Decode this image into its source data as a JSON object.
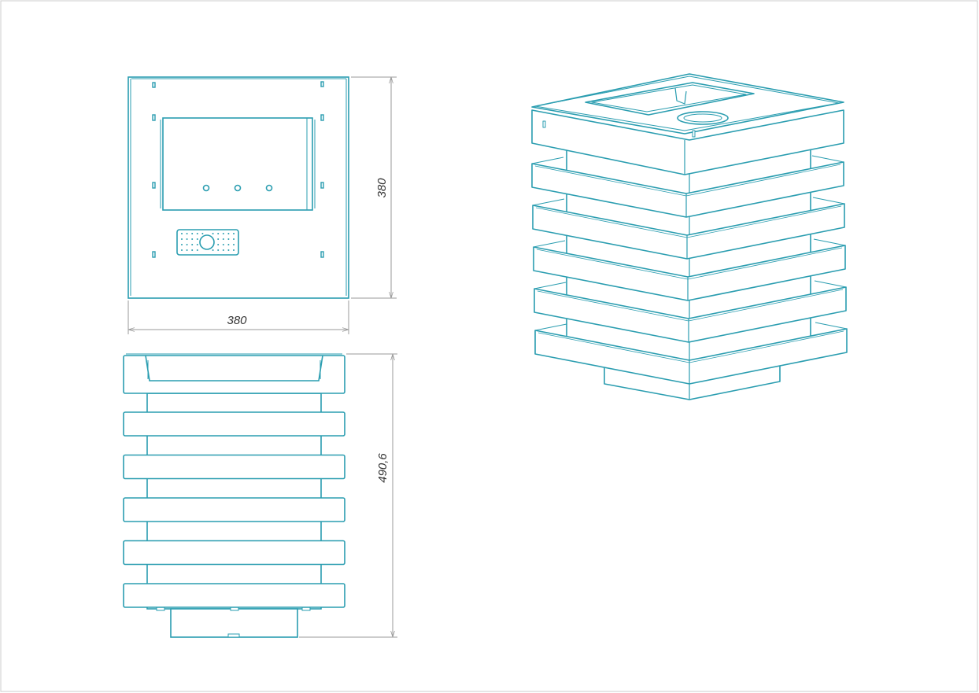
{
  "colors": {
    "outline": "#2a9db0",
    "dimension": "#9a9a9a",
    "frame": "#cccccc",
    "text": "#333333"
  },
  "views": {
    "top_view": {
      "name": "top-view"
    },
    "front_view": {
      "name": "front-view"
    },
    "isometric_view": {
      "name": "isometric-view"
    }
  },
  "dimensions": {
    "top_width": "380",
    "top_depth": "380",
    "front_height": "490,6"
  },
  "structure": {
    "slat_count": 6
  }
}
